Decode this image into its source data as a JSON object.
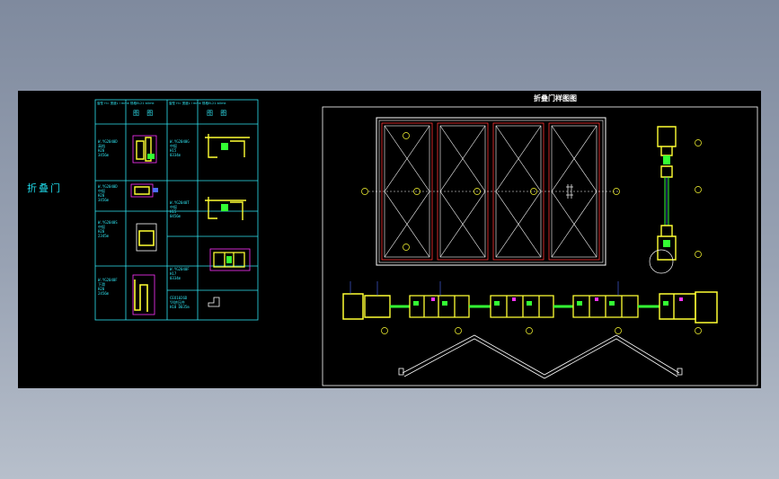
{
  "drawing": {
    "side_title": "折叠门",
    "sheet_title": "折叠门样图图"
  },
  "table": {
    "col_header_a": "窗型 H=\n宽度L l mmk\n规格EL21 b0mk",
    "col_header_b": "窗型 H=\n宽度L l mmk\n规格EL21 b0mk",
    "figure_label": "图 图",
    "rows_left": [
      "W.YG2040D\n高档\nH20\n3456m",
      "W.YG2040D\n中挺\nH20\n3456m",
      "W.YG2040S\n中挺\nH20\n2345m",
      "W.YG2040F\n下滑\nH20\n2456m"
    ],
    "rows_right": [
      "W.YG2040G\n中挺\nH15\n0334m",
      "W.YG2040T\n中挺\nH15\n0456m",
      "W.YG2040F\nH17\n0334m",
      "CEO1026D\nYX挤压件\nH10 D035m"
    ]
  },
  "colors": {
    "frame": "#ffffff",
    "cyan": "#2fe3f0",
    "yellow": "#ffff33",
    "magenta": "#ff33ff",
    "red": "#ff3333",
    "green": "#33ff33",
    "blue": "#4d6bff"
  }
}
